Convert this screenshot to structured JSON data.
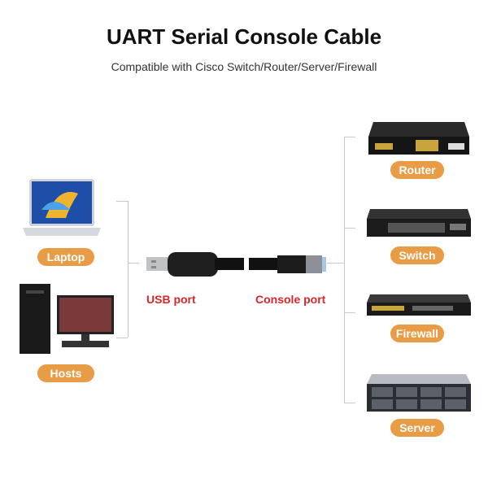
{
  "title": "UART Serial Console Cable",
  "subtitle": "Compatible with Cisco Switch/Router/Server/Firewall",
  "left_devices": [
    "Laptop",
    "Hosts"
  ],
  "right_devices": [
    "Router",
    "Switch",
    "Firewall",
    "Server"
  ],
  "cable_labels": {
    "usb": "USB port",
    "console": "Console port"
  },
  "colors": {
    "pill": "#e89c45",
    "label_red": "#d8262b"
  }
}
